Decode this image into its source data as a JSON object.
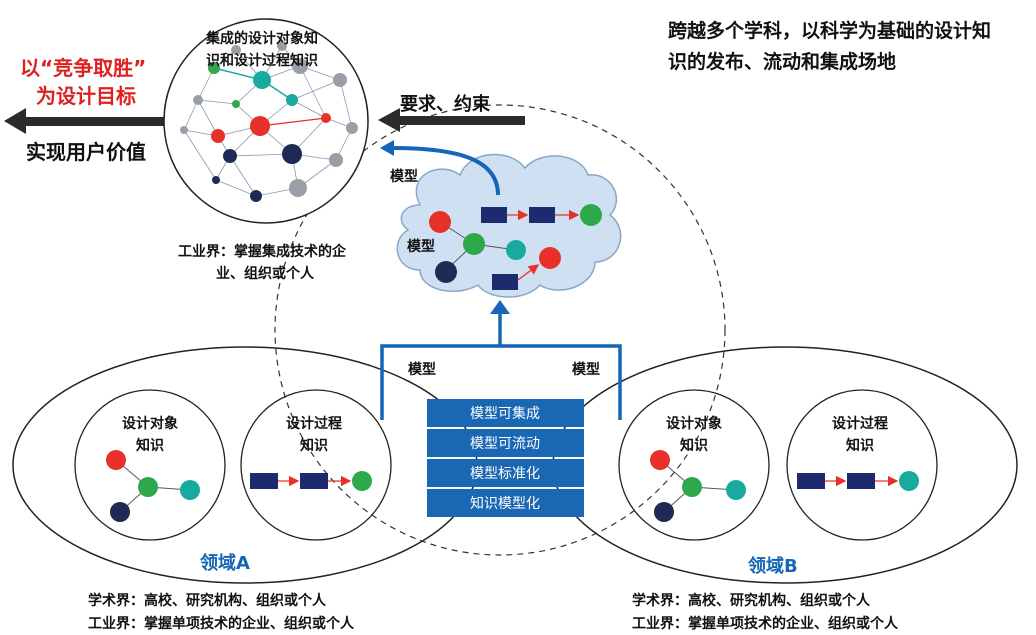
{
  "top_right": {
    "line1": "跨越多个学科，以科学为基础的设计知",
    "line2": "识的发布、流动和集成场地"
  },
  "left_goal": {
    "line1": "以“竞争取胜”",
    "line2": "为设计目标",
    "value": "实现用户价值"
  },
  "sphere": {
    "title_line1": "集成的设计对象知",
    "title_line2": "识和设计过程知识",
    "caption_line1": "工业界：掌握集成技术的企",
    "caption_line2": "业、组织或个人"
  },
  "requirement": "要求、约束",
  "cloud": {
    "model_upper": "模型",
    "model_inner": "模型"
  },
  "platform": {
    "model_left": "模型",
    "model_right": "模型",
    "stack": [
      "模型可集成",
      "模型可流动",
      "模型标准化",
      "知识模型化"
    ]
  },
  "domain_a": {
    "name": "领域A",
    "object_line1": "设计对象",
    "object_line2": "知识",
    "process_line1": "设计过程",
    "process_line2": "知识",
    "academia": "学术界：高校、研究机构、组织或个人",
    "industry": "工业界：掌握单项技术的企业、组织或个人"
  },
  "domain_b": {
    "name": "领域B",
    "object_line1": "设计对象",
    "object_line2": "知识",
    "process_line1": "设计过程",
    "process_line2": "知识",
    "academia": "学术界：高校、研究机构、组织或个人",
    "industry": "工业界：掌握单项技术的企业、组织或个人"
  },
  "colors": {
    "red_node": "#e8302a",
    "green_node": "#2da84a",
    "teal_node": "#18aa9e",
    "navy_node": "#1e2a55",
    "gray_node": "#9a9ea6",
    "blue_accent": "#1565b8",
    "stack_fill": "#1a67b4",
    "arrow_dark": "#2b2b2b",
    "cloud_fill": "#cfe0f2"
  }
}
